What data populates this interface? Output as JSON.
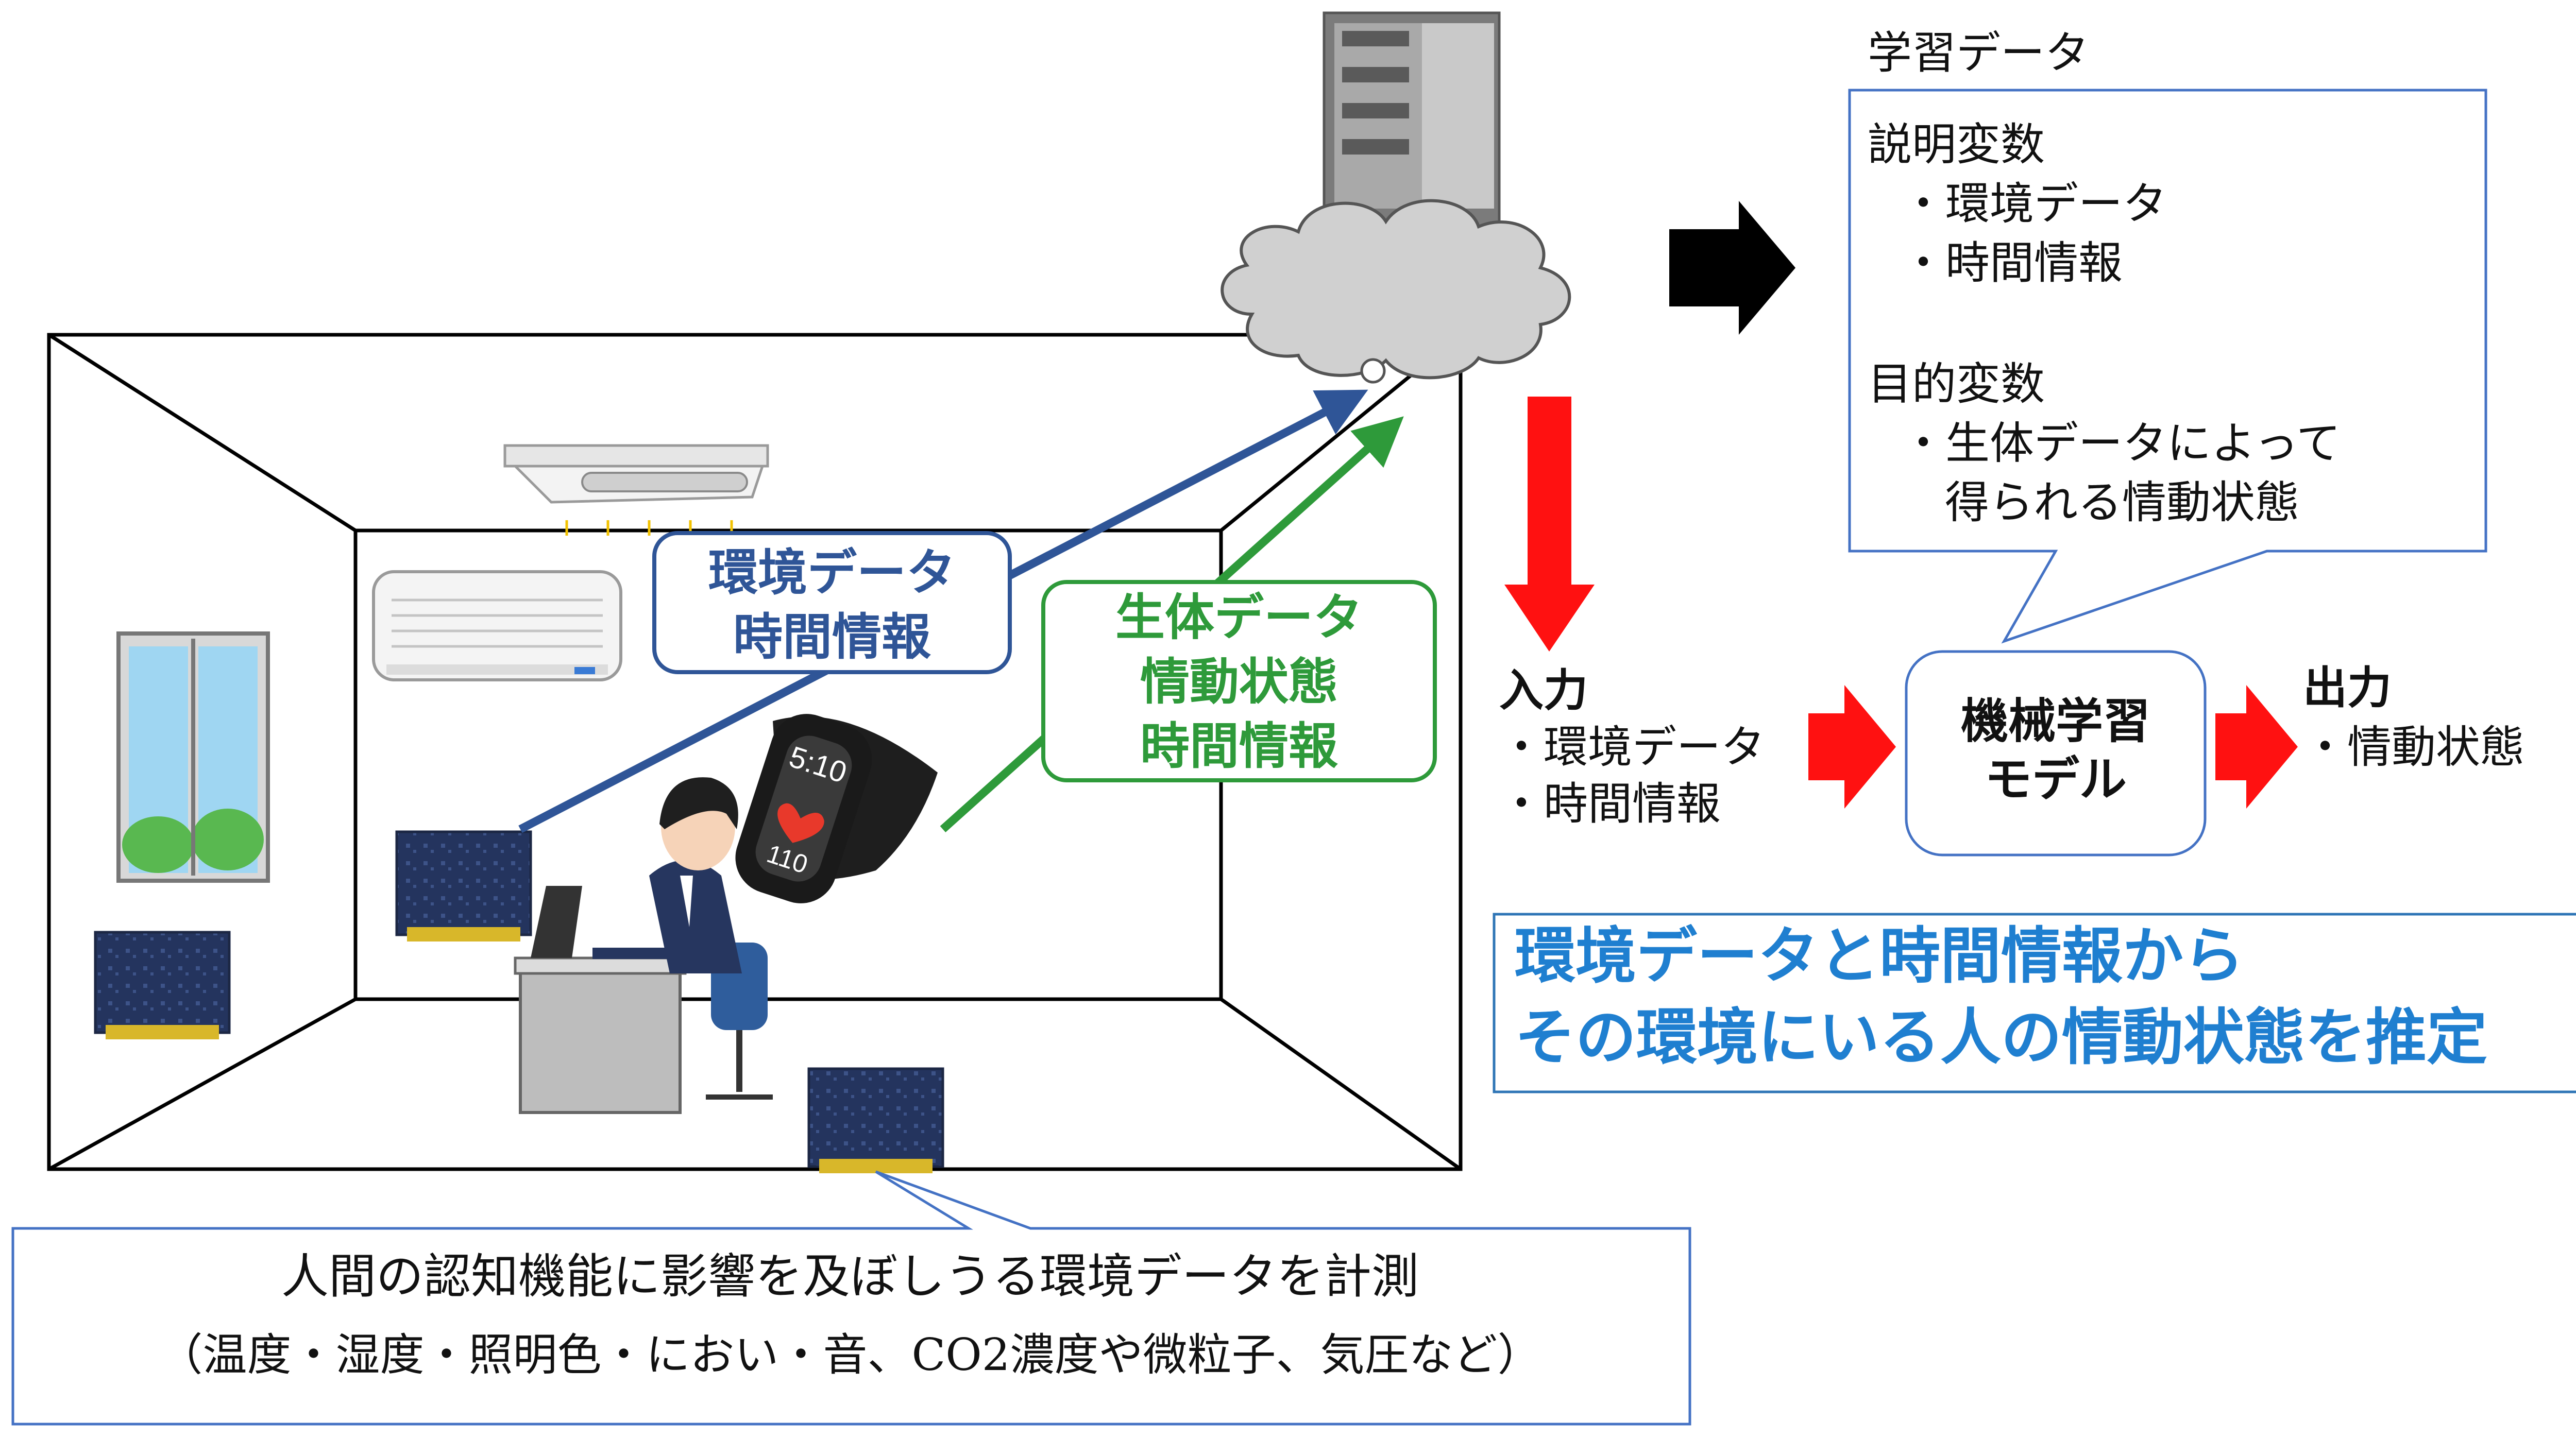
{
  "room": {
    "env_label": {
      "line1": "環境データ",
      "line2": "時間情報"
    },
    "bio_label": {
      "line1": "生体データ",
      "line2": "情動状態",
      "line3": "時間情報"
    },
    "watch_time": "5:10",
    "watch_hr": "110"
  },
  "training": {
    "title": "学習データ",
    "explanatory_heading": "説明変数",
    "explanatory_items": [
      "・環境データ",
      "・時間情報"
    ],
    "target_heading": "目的変数",
    "target_item_line1": "・生体データによって",
    "target_item_line2": "得られる情動状態"
  },
  "model": {
    "line1": "機械学習",
    "line2": "モデル"
  },
  "input": {
    "heading": "入力",
    "items": [
      "・環境データ",
      "・時間情報"
    ]
  },
  "output": {
    "heading": "出力",
    "item": "・情動状態"
  },
  "summary": {
    "line1": "環境データと時間情報から",
    "line2": "その環境にいる人の情動状態を推定"
  },
  "measurement": {
    "line1": "人間の認知機能に影響を及ぼしうる環境データを計測",
    "line2": "（温度・湿度・照明色・におい・音、CO2濃度や微粒子、気圧など）"
  },
  "colors": {
    "blue": "#2f5597",
    "green": "#2e9a3a",
    "red": "#ff1111",
    "summary_text": "#1f7fd0",
    "summary_border": "#2e75b6",
    "callout_border": "#4472c4",
    "black": "#000000"
  }
}
